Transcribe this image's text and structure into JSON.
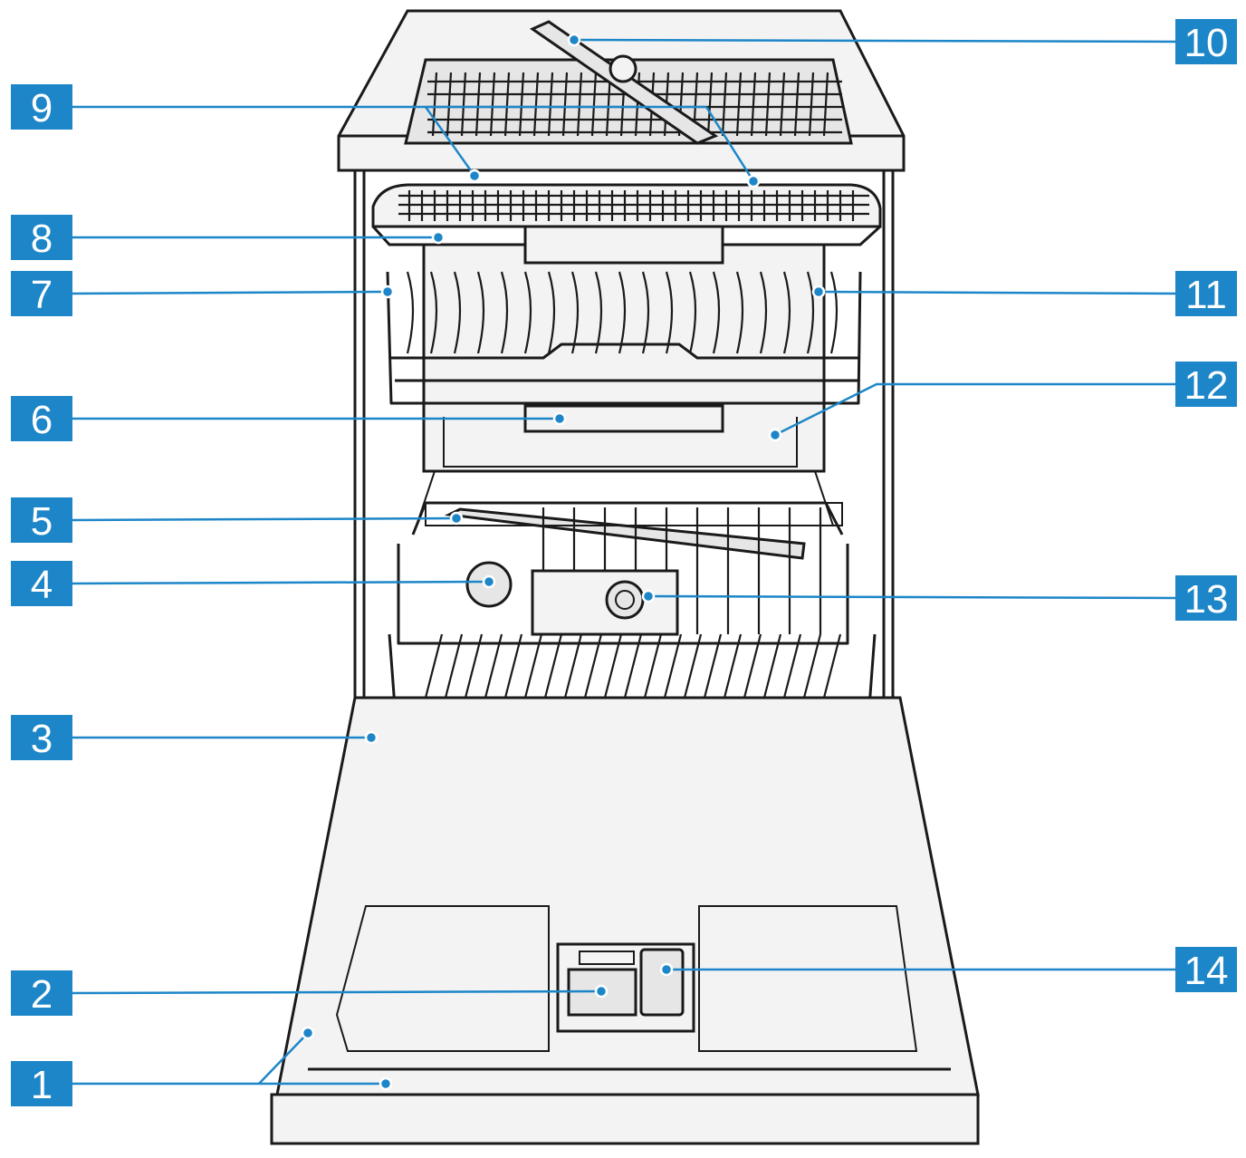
{
  "callouts": [
    {
      "label": "1"
    },
    {
      "label": "2"
    },
    {
      "label": "3"
    },
    {
      "label": "4"
    },
    {
      "label": "5"
    },
    {
      "label": "6"
    },
    {
      "label": "7"
    },
    {
      "label": "8"
    },
    {
      "label": "9"
    },
    {
      "label": "10"
    },
    {
      "label": "11"
    },
    {
      "label": "12"
    },
    {
      "label": "13"
    },
    {
      "label": "14"
    }
  ],
  "colors": {
    "callout": "#1d86c8",
    "callout_text": "#ffffff",
    "outline": "#1a1a1a"
  },
  "icons": {
    "appliance": "dishwasher-illustration"
  }
}
